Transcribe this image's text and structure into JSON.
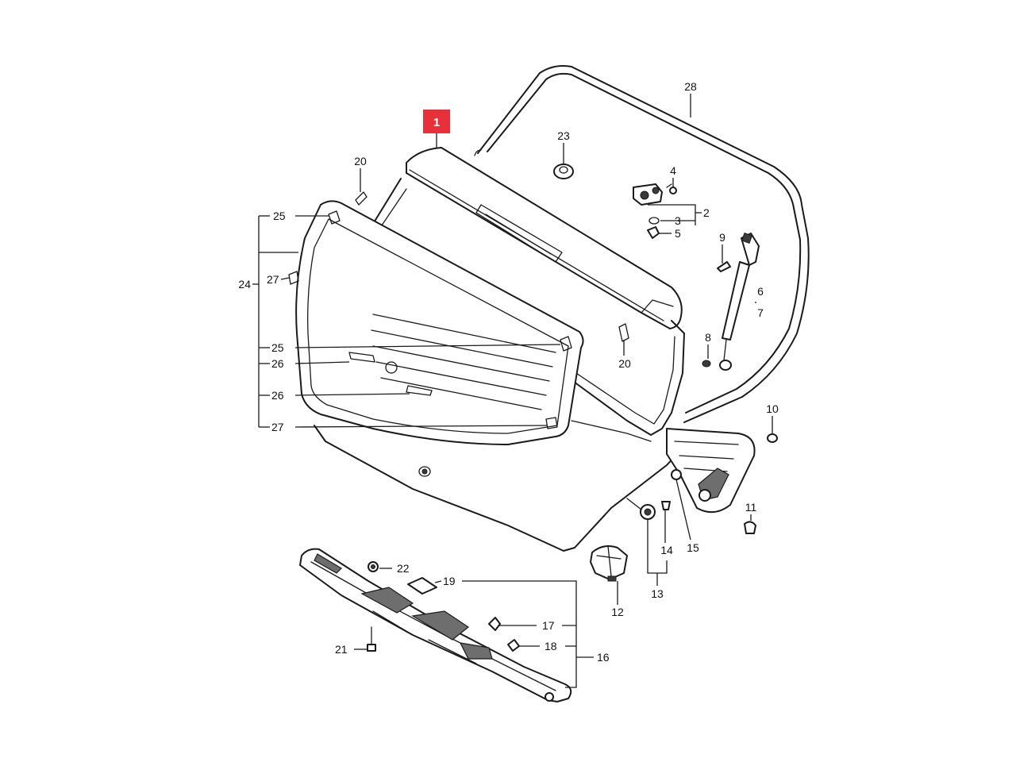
{
  "highlight_color": "#e8303a",
  "callouts": {
    "c1": "1",
    "c2": "2",
    "c3": "3",
    "c4": "4",
    "c5": "5",
    "c6": "6",
    "c7": "7",
    "c8": "8",
    "c9": "9",
    "c10": "10",
    "c11": "11",
    "c12": "12",
    "c13": "13",
    "c14": "14",
    "c15": "15",
    "c16": "16",
    "c17": "17",
    "c18": "18",
    "c19": "19",
    "c20a": "20",
    "c20b": "20",
    "c21": "21",
    "c22": "22",
    "c23": "23",
    "c24": "24",
    "c25a": "25",
    "c25b": "25",
    "c26a": "26",
    "c26b": "26",
    "c27a": "27",
    "c27b": "27",
    "c28": "28"
  }
}
